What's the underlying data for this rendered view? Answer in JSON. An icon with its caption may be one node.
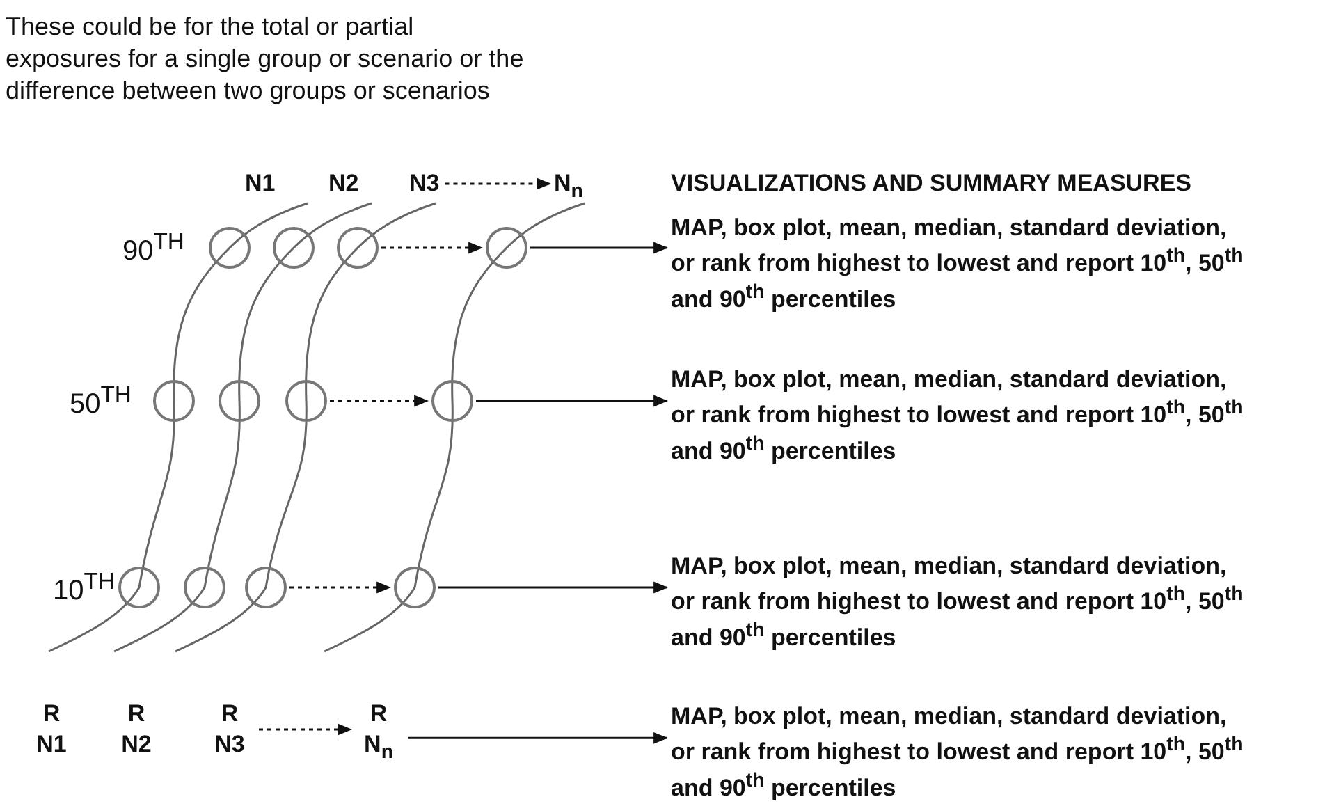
{
  "diagram": {
    "nodes": [
      {
        "text": [
          "N3"
        ]
      },
      {
        "text": [
          "N$_{n}$"
        ]
      },
      {
        "text": [],
        "shape": "circle"
      },
      {
        "text": [],
        "shape": "circle"
      },
      {
        "text": [],
        "shape": "circle"
      },
      {
        "text": [],
        "shape": "circle"
      },
      {
        "text": [
          "MAP, box plot, mean, median, standard deviation, or rank from highest to lowest and report 10$^{th}$, 50$^{th}$ and 90$^{th}$ percentiles"
        ]
      },
      {
        "text": [],
        "shape": "circle"
      },
      {
        "text": [],
        "shape": "circle"
      },
      {
        "text": [],
        "shape": "circle"
      },
      {
        "text": [],
        "shape": "circle"
      },
      {
        "text": [
          "MAP, box plot, mean, median, standard deviation, or rank from highest to lowest and report 10$^{th}$, 50$^{th}$ and 90$^{th}$ percentiles"
        ]
      },
      {
        "text": [],
        "shape": "circle"
      },
      {
        "text": [],
        "shape": "circle"
      },
      {
        "text": [],
        "shape": "circle"
      },
      {
        "text": [],
        "shape": "circle"
      },
      {
        "text": [
          "MAP, box plot, mean, median, standard deviation, or rank from highest to lowest and report 10$^{th}$, 50$^{th}$ and 90$^{th}$ percentiles"
        ]
      },
      {
        "text": [
          "R N1"
        ]
      },
      {
        "text": [
          "R N2"
        ]
      },
      {
        "text": [
          "R N3"
        ]
      },
      {
        "text": [
          "R N$_{n}$"
        ]
      },
      {
        "text": [
          "MAP, box plot, mean, median, standard deviation, or rank from highest to lowest and report 10$^{th}$, 50$^{th}$ and 90$^{th}$ percentiles"
        ]
      }
    ],
    "edges": [
      {
        "from": 0,
        "to": 1,
        "arrow": "to",
        "style": "dashed"
      },
      {
        "from": 4,
        "to": 5,
        "arrow": "to",
        "style": "dashed"
      },
      {
        "from": 5,
        "to": 6,
        "arrow": "to"
      },
      {
        "from": 9,
        "to": 10,
        "arrow": "to",
        "style": "dashed"
      },
      {
        "from": 10,
        "to": 11,
        "arrow": "to"
      },
      {
        "from": 14,
        "to": 15,
        "arrow": "to",
        "style": "dashed"
      },
      {
        "from": 15,
        "to": 16,
        "arrow": "to"
      },
      {
        "from": 19,
        "to": 20,
        "arrow": "to",
        "style": "dashed"
      },
      {
        "from": 20,
        "to": 21,
        "arrow": "to"
      }
    ],
    "labels": [
      "These could be for the total or partial exposures for a single group or scenario or the difference between two groups or scenarios",
      "N1",
      "N2",
      "VISUALIZATIONS AND SUMMARY MEASURES",
      "90$^{TH}$",
      "50$^{TH}$",
      "10$^{TH}$"
    ]
  }
}
